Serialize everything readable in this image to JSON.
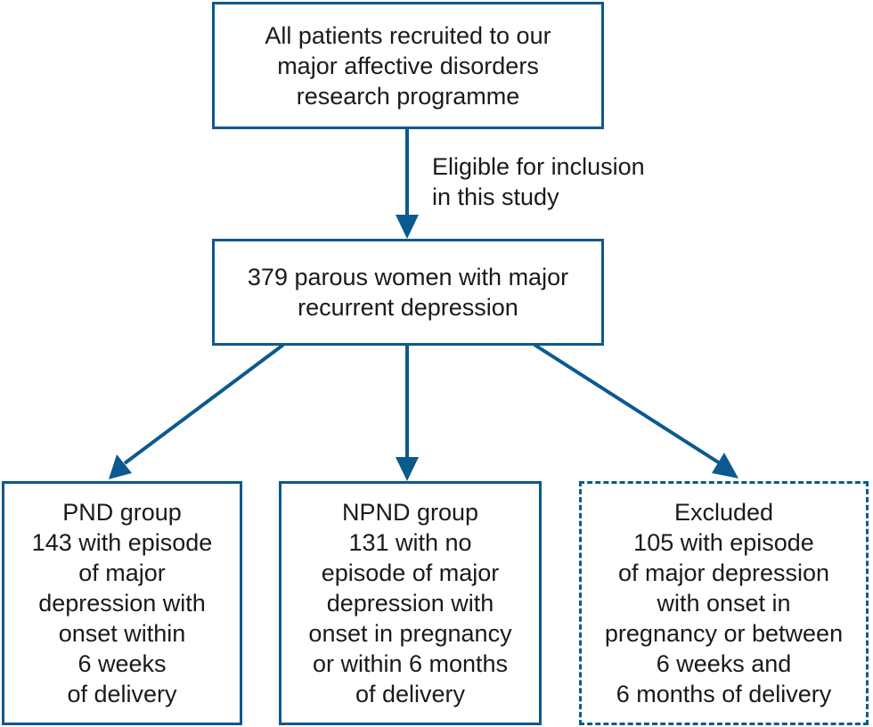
{
  "nodes": {
    "top": {
      "lines": [
        "All patients recruited to our",
        "major affective disorders",
        "research programme"
      ]
    },
    "middle": {
      "lines": [
        "379 parous women with major",
        "recurrent depression"
      ]
    },
    "pnd": {
      "lines": [
        "PND group",
        "143 with episode",
        "of major",
        "depression with",
        "onset within",
        "6 weeks",
        "of delivery"
      ]
    },
    "npnd": {
      "lines": [
        "NPND group",
        "131 with no",
        "episode of major",
        "depression with",
        "onset in pregnancy",
        "or within 6 months",
        "of delivery"
      ]
    },
    "excluded": {
      "lines": [
        "Excluded",
        "105 with episode",
        "of major depression",
        "with onset in",
        "pregnancy or between",
        "6 weeks and",
        "6 months of delivery"
      ]
    }
  },
  "edge_label": {
    "lines": [
      "Eligible for inclusion",
      "in this study"
    ]
  },
  "colors": {
    "stroke": "#0b5a8e",
    "text": "#1a1a1a"
  }
}
